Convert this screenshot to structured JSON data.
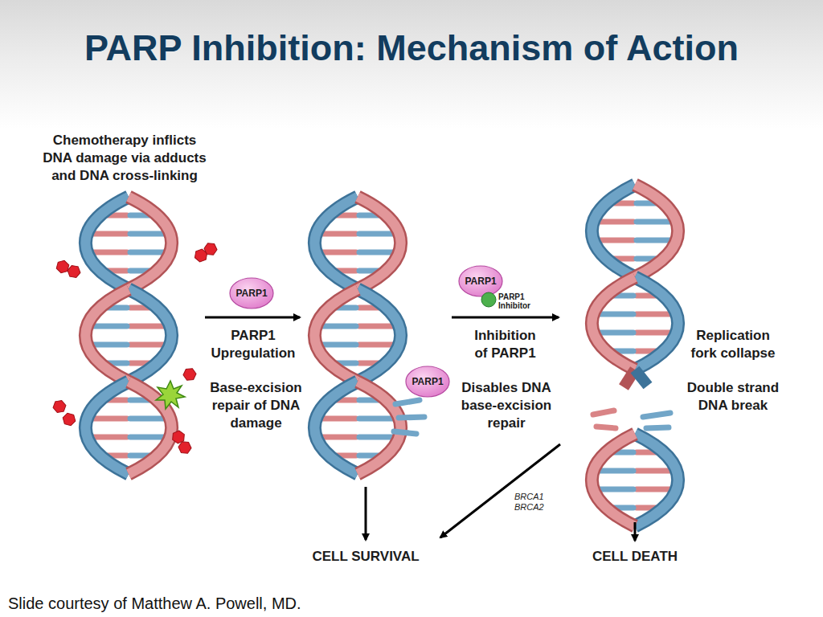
{
  "diagram": {
    "title": "PARP Inhibition: Mechanism of Action",
    "caption": "Slide courtesy of Matthew A. Powell, MD.",
    "nodes": [
      {
        "text": [
          "PARP1"
        ]
      },
      {
        "text": [
          "PARP1"
        ]
      },
      {
        "text": [
          "PARP1 Inhibitor"
        ]
      },
      {
        "text": [
          "PARP1"
        ]
      }
    ],
    "labels": [
      "Chemotherapy inflicts DNA damage via adducts and DNA cross-linking",
      "PARP1 Upregulation",
      "Base-excision repair of DNA damage",
      "Inhibition of PARP1",
      "Disables DNA base-excision repair",
      "Replication fork collapse",
      "Double strand DNA break",
      "BRCA1",
      "BRCA2",
      "CELL SURVIVAL",
      "CELL DEATH"
    ]
  }
}
